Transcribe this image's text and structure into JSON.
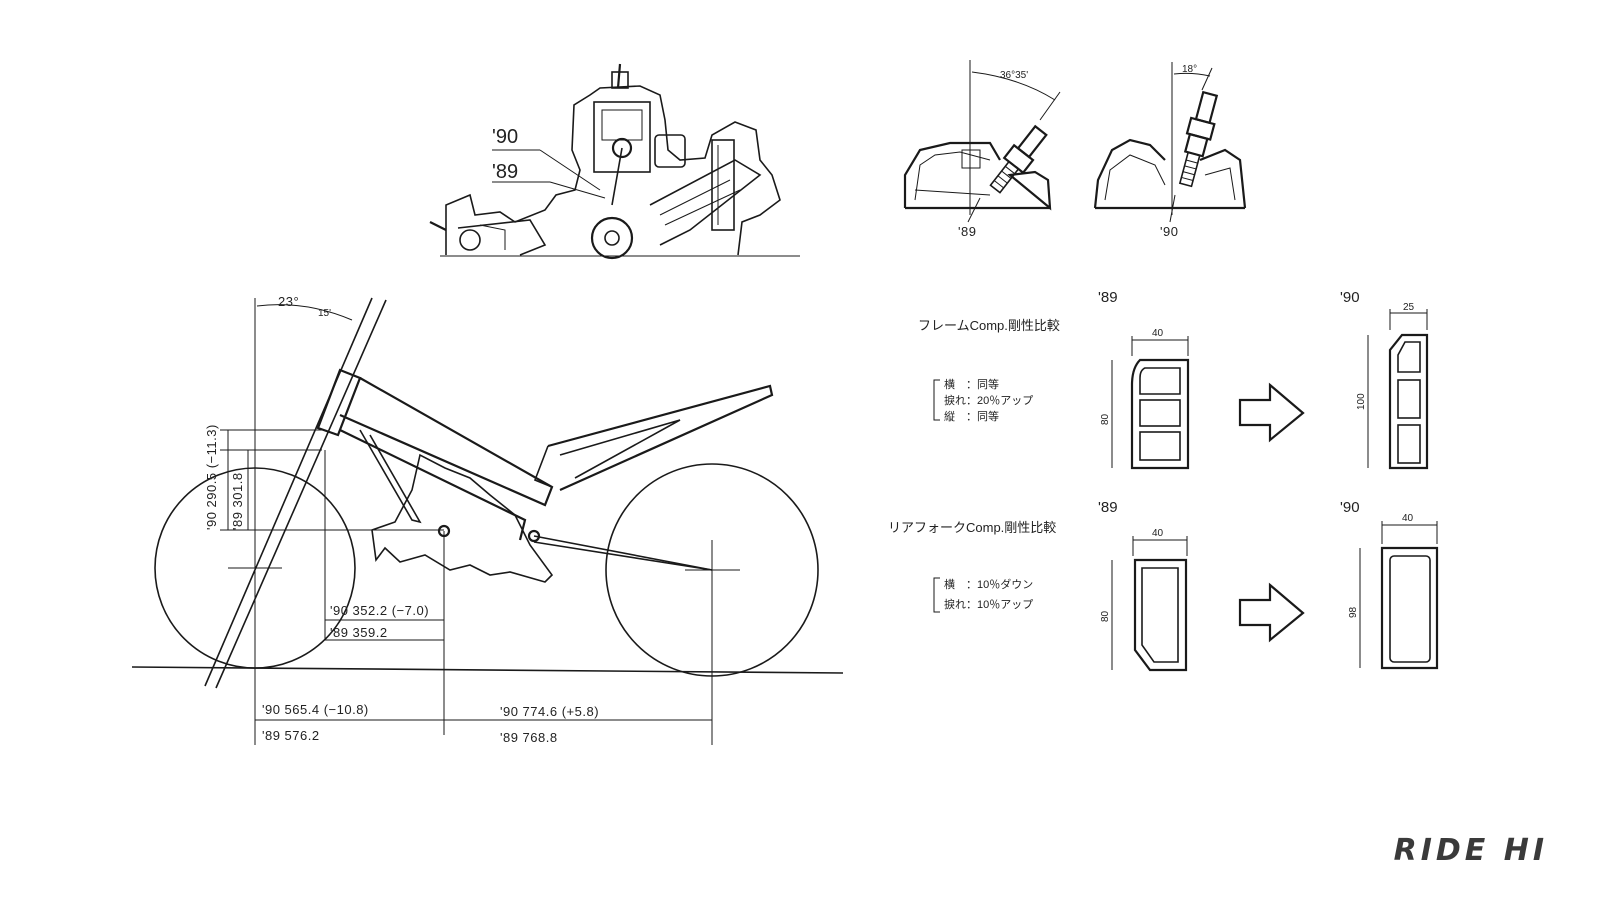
{
  "engine": {
    "label_90": "'90",
    "label_89": "'89"
  },
  "plugs": {
    "left_angle": "36°35'",
    "right_angle": "18°",
    "left_year": "'89",
    "right_year": "'90"
  },
  "geometry": {
    "caster_main": "23°",
    "caster_minor": "15'",
    "height_90": "'90  290.5 (−11.3)",
    "height_89": "'89  301.8",
    "pivot_90": "'90   352.2 (−7.0)",
    "pivot_89": "'89   359.2",
    "front_90": "'90  565.4 (−10.8)",
    "front_89": "'89  576.2",
    "rear_90": "'90  774.6 (+5.8)",
    "rear_89": "'89  768.8"
  },
  "frame_comp": {
    "title": "フレームComp.剛性比較",
    "year_left": "'89",
    "year_right": "'90",
    "notes": [
      "横　：同等",
      "捩れ：20％アップ",
      "縦　：同等"
    ],
    "left_width": "40",
    "left_height": "80",
    "right_width": "25",
    "right_height": "100"
  },
  "rearfork_comp": {
    "title": "リアフォークComp.剛性比較",
    "year_left": "'89",
    "year_right": "'90",
    "notes": [
      "横　：10％ダウン",
      "捩れ：10％アップ"
    ],
    "left_width": "40",
    "left_height": "80",
    "right_width": "40",
    "right_height": "98"
  },
  "brand": {
    "logo": "RIDE HI"
  }
}
